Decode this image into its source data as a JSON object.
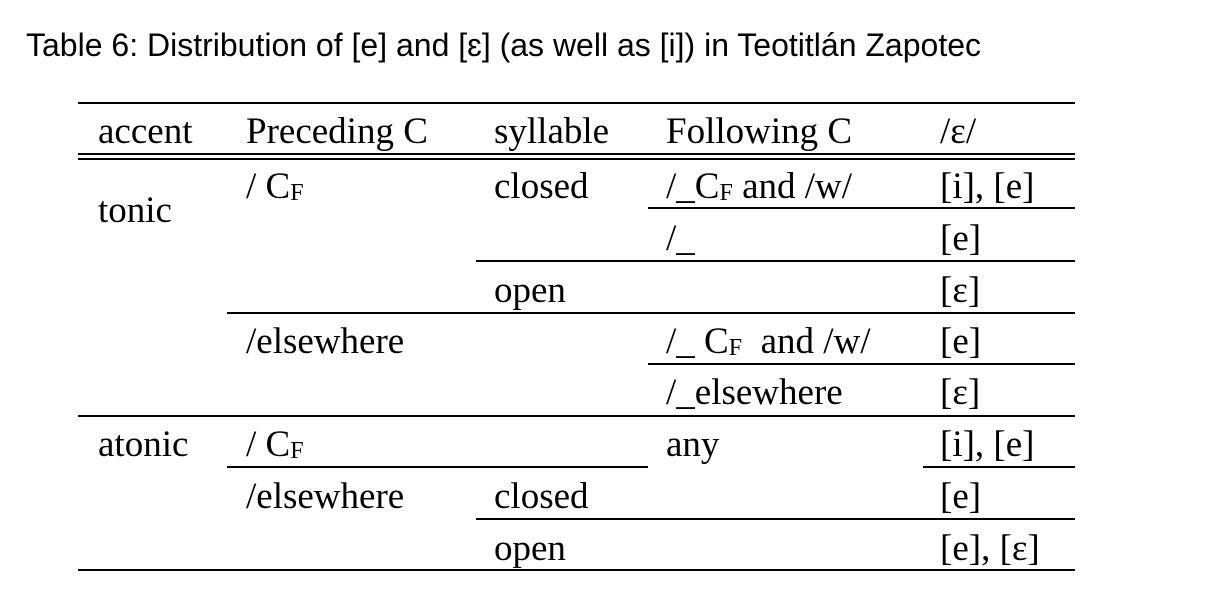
{
  "title": "Table 6: Distribution of [e] and [ɛ] (as well as [i]) in Teotitlán Zapotec",
  "headers": [
    "accent",
    "Preceding C",
    "syllable",
    "Following C",
    "/ɛ/"
  ],
  "cells": {
    "tonic": "tonic",
    "atonic": "atonic",
    "pre_cf_1": "/ C",
    "pre_cf_2": "/ C",
    "sub_f": "F",
    "pre_else_1": "/elsewhere",
    "pre_else_2": "/elsewhere",
    "syl_closed_1": "closed",
    "syl_open_1": "open",
    "syl_closed_2": "closed",
    "syl_open_2": "open",
    "fol_1a": "/_C",
    "fol_1b": " and /w/",
    "fol_2": "/_",
    "fol_3a": "/_ C",
    "fol_3b": "  and /w/",
    "fol_4": "/_elsewhere",
    "fol_any": "any",
    "res": [
      "[i], [e]",
      "[e]",
      "[ɛ]",
      "[e]",
      "[ɛ]",
      "[i], [e]",
      "[e]",
      "[e], [ɛ]"
    ]
  }
}
